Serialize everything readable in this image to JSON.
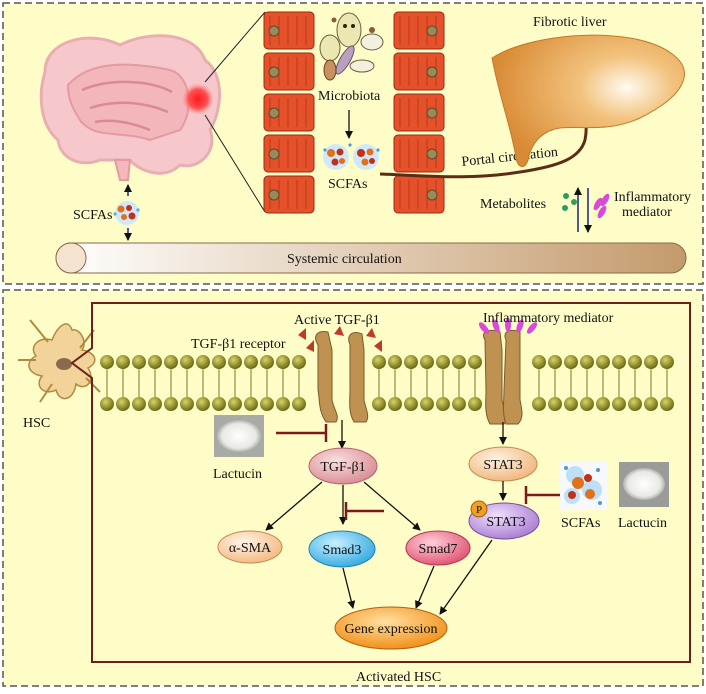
{
  "top_panel": {
    "scfas_gut": "SCFAs",
    "microbiota": "Microbiota",
    "scfas_lumen": "SCFAs",
    "fibrotic_liver": "Fibrotic liver",
    "portal_circulation": "Portal circulation",
    "metabolites": "Metabolites",
    "inflammatory_line1": "Inflammatory",
    "inflammatory_line2": "mediator",
    "systemic_circulation": "Systemic circulation"
  },
  "bottom_panel": {
    "hsc": "HSC",
    "activated_hsc": "Activated HSC",
    "active_tgf": "Active TGF-β1",
    "tgf_receptor": "TGF-β1 receptor",
    "inflammatory_mediator": "Inflammatory  mediator",
    "lactucin_left": "Lactucin",
    "tgf_b1": "TGF-β1",
    "stat3": "STAT3",
    "p": "P",
    "stat3_p": "STAT3",
    "scfas": "SCFAs",
    "lactucin_right": "Lactucin",
    "a_sma": "α-SMA",
    "smad3": "Smad3",
    "smad7": "Smad7",
    "gene_expression": "Gene expression"
  },
  "colors": {
    "panel_bg": "#fefdc8",
    "frame": "#6e1f1a",
    "epithelium": "#e4512a",
    "receptor": "#c09252",
    "bead": "#8f8a22",
    "liver": "#e6a552",
    "portal_vein": "#5a2d14"
  }
}
